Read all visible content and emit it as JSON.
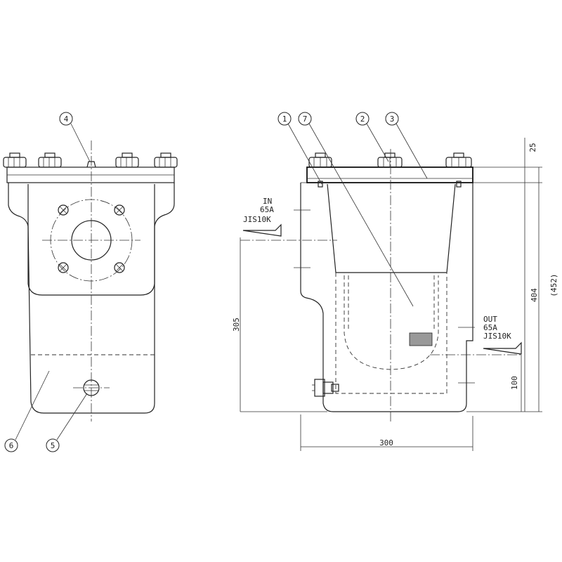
{
  "callouts": {
    "c1": "1",
    "c2": "2",
    "c3": "3",
    "c4": "4",
    "c5": "5",
    "c6": "6",
    "c7": "7"
  },
  "inlet": {
    "line1": "IN",
    "line2": "65A",
    "line3": "JIS10K"
  },
  "outlet": {
    "line1": "OUT",
    "line2": "65A",
    "line3": "JIS10K"
  },
  "dimensions": {
    "d25": "25",
    "d452": "(452)",
    "d404": "404",
    "d305": "305",
    "d100": "100",
    "d300": "300"
  }
}
